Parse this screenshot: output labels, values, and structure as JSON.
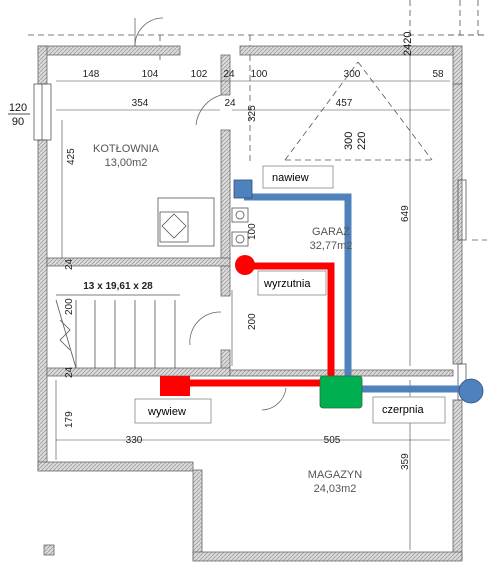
{
  "rooms": {
    "boiler": {
      "name": "KOTŁOWNIA",
      "area": "13,00m2"
    },
    "garage": {
      "name": "GARAŻ",
      "area": "32,77m2"
    },
    "storage": {
      "name": "MAGAZYN",
      "area": "24,03m2"
    }
  },
  "stairs": {
    "label": "13 x 19,61 x 28"
  },
  "dimensions": {
    "top_row": [
      "148",
      "104",
      "102",
      "24",
      "100",
      "300",
      "58"
    ],
    "d354": "354",
    "d457": "457",
    "d2420": "2420",
    "d325": "325",
    "d300": "300",
    "d220": "220",
    "d425": "425",
    "d649": "649",
    "d100": "100",
    "d24_a": "24",
    "d24_b": "24",
    "d24_c": "24",
    "d200_left": "200",
    "d200_mid": "200",
    "d179": "179",
    "d330": "330",
    "d505": "505",
    "d359": "359",
    "d120": "120",
    "d90": "90"
  },
  "callouts": {
    "supply": "nawiew",
    "vent_outlet": "wyrzutnia",
    "exhaust": "wywiew",
    "intake": "czerpnia"
  },
  "colors": {
    "supply_duct": "#4f81bd",
    "exhaust_duct": "#ff0000",
    "recuperator": "#00b050",
    "wall": "#999999"
  }
}
